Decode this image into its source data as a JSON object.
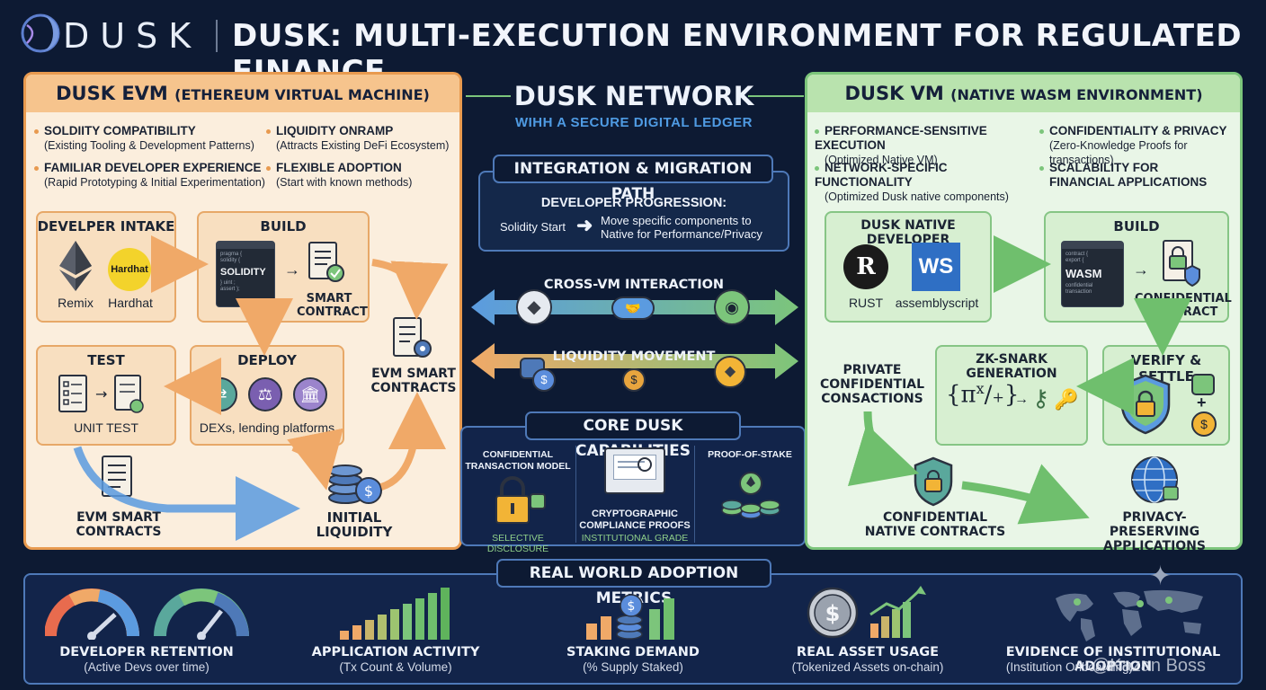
{
  "header": {
    "logo": "DUSK",
    "title": "DUSK: MULTI-EXECUTION ENVIRONMENT FOR REGULATED FINANCE"
  },
  "left_panel": {
    "title": "DUSK EVM",
    "subtitle": "(ETHEREUM VIRTUAL MACHINE)",
    "features": [
      {
        "title": "SOLDIITY COMPATIBILITY",
        "desc": "(Existing Tooling & Development Patterns)"
      },
      {
        "title": "LIQUIDITY ONRAMP",
        "desc": "(Attracts Existing DeFi Ecosystem)"
      },
      {
        "title": "FAMILIAR DEVELOPER EXPERIENCE",
        "desc": "(Rapid Prototyping & Initial Experimentation)"
      },
      {
        "title": "FLEXIBLE ADOPTION",
        "desc": "(Start with known methods)"
      }
    ],
    "intake": {
      "title": "DEVELPER INTAKE",
      "tool1": "Remix",
      "tool2": "Hardhat",
      "tool2_badge": "Hardhat"
    },
    "build": {
      "title": "BUILD",
      "code_label": "SOLIDITY",
      "output_line1": "SMART",
      "output_line2": "CONTRACT"
    },
    "test": {
      "title": "TEST",
      "label": "UNIT TEST"
    },
    "deploy": {
      "title": "DEPLOY",
      "label": "DEXs, lending platforms"
    },
    "evm_contracts_right_1": "EVM SMART",
    "evm_contracts_right_2": "CONTRACTS",
    "evm_contracts_bottom_1": "EVM SMART",
    "evm_contracts_bottom_2": "CONTRACTS",
    "liquidity_1": "INITIAL",
    "liquidity_2": "LIQUIDITY"
  },
  "center": {
    "title": "DUSK NETWORK",
    "subtitle": "WIHH A SECURE DIGITAL LEDGER",
    "integration_title": "INTEGRATION & MIGRATION PATH",
    "progression_title": "DEVELOPER PROGRESSION:",
    "progression_start": "Solidity Start",
    "progression_end_1": "Move specific components to",
    "progression_end_2": "Native for Performance/Privacy",
    "cross_vm": "CROSS-VM INTERACTION",
    "liquidity_movement": "LIQUIDITY MOVEMENT",
    "capabilities_title": "CORE DUSK CAPABILITIES",
    "capabilities": [
      {
        "title_1": "CONFIDENTIAL",
        "title_2": "TRANSACTION MODEL",
        "sub": "SELECTIVE DISCLOSURE"
      },
      {
        "title_1": "CRYPTOGRAPHIC",
        "title_2": "COMPLIANCE PROOFS",
        "sub": "INSTITUTIONAL GRADE"
      },
      {
        "title_1": "PROOF-OF-STAKE",
        "title_2": "",
        "sub": ""
      }
    ]
  },
  "right_panel": {
    "title": "DUSK VM",
    "subtitle": "(NATIVE WASM ENVIRONMENT)",
    "features": [
      {
        "title": "PERFORMANCE-SENSITIVE EXECUTION",
        "desc": "(Optimized Native VM)"
      },
      {
        "title": "CONFIDENTIALITY & PRIVACY",
        "desc": "(Zero-Knowledge Proofs for transactions)"
      },
      {
        "title": "NETWORK-SPECIFIC FUNCTIONALITY",
        "desc": "(Optimized Dusk native components)"
      },
      {
        "title": "SCALABILITY FOR",
        "desc": "FINANCIAL APPLICATIONS"
      }
    ],
    "native_dev": {
      "title": "DUSK NATIVE DEVELOPER",
      "tool1": "RUST",
      "tool2": "assemblyscript",
      "ws": "WS"
    },
    "build": {
      "title": "BUILD",
      "code_label": "WASM",
      "output_line1": "CONFIDENTIAL",
      "output_line2": "CONTRACT"
    },
    "zk": {
      "title": "ZK-SNARK GENERATION"
    },
    "verify": {
      "title": "VERIFY & SETTLE"
    },
    "private_1": "PRIVATE",
    "private_2": "CONFIDENTIAL",
    "private_3": "CONSACTIONS",
    "native_contracts_1": "CONFIDENTIAL",
    "native_contracts_2": "NATIVE CONTRACTS",
    "privacy_apps_1": "PRIVACY-PRESERVING",
    "privacy_apps_2": "APPLICATIONS"
  },
  "metrics": {
    "title": "REAL WORLD ADOPTION METRICS",
    "items": [
      {
        "label": "DEVELOPER RETENTION",
        "sub": "(Active Devs over time)"
      },
      {
        "label": "APPLICATION ACTIVITY",
        "sub": "(Tx Count & Volume)"
      },
      {
        "label": "STAKING DEMAND",
        "sub": "(% Supply Staked)"
      },
      {
        "label": "REAL ASSET USAGE",
        "sub": "(Tokenized Assets on-chain)"
      },
      {
        "label": "EVIDENCE OF INSTITUTIONAL ADOPTION",
        "sub": "(Institution Onboarding)"
      }
    ]
  },
  "watermark": "@Kazan Boss",
  "colors": {
    "evm_accent": "#e89a4f",
    "vm_accent": "#7cc57b",
    "network_blue": "#4f9be3",
    "background": "#0d1a33"
  }
}
